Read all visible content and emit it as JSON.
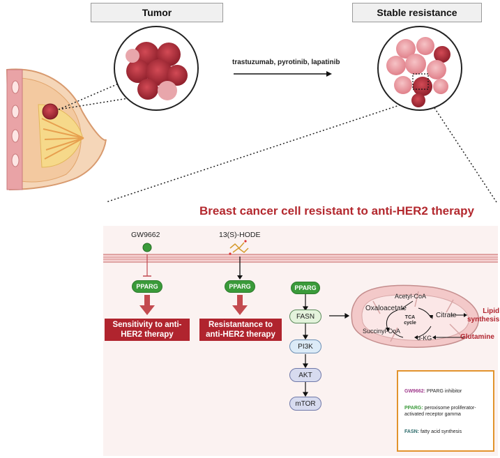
{
  "header": {
    "tumor_label": "Tumor",
    "resistance_label": "Stable resistance"
  },
  "drugs_label": "trastuzumab, pyrotinib, lapatinib",
  "panel_title": "Breast cancer cell resistant to anti-HER2 therapy",
  "left_path": {
    "ligand": "GW9662",
    "receptor": "PPARG",
    "outcome_line1": "Sensitivity to anti-",
    "outcome_line2": "HER2 therapy"
  },
  "middle_path": {
    "ligand": "13(S)-HODE",
    "receptor": "PPARG",
    "outcome_line1": "Resistantance to",
    "outcome_line2": "anti-HER2 therapy"
  },
  "signaling_chain": [
    "PPARG",
    "FASN",
    "PI3K",
    "AKT",
    "mTOR"
  ],
  "mitochondria": {
    "acetyl_coa": "Acetyl-CoA",
    "oxaloacetate": "Oxaloacetate",
    "citrate": "Citrate",
    "tca_line1": "TCA",
    "tca_line2": "cycle",
    "succinyl_coa": "Succinyl-CoA",
    "akg": "α-KG",
    "lipid_line1": "Lipid",
    "lipid_line2": "synthesis",
    "glutamine": "Glutamine"
  },
  "legend": {
    "gw_key": "GW9662:",
    "gw_desc": " PPARG inhibitor",
    "pparg_key": "PPARG:",
    "pparg_desc": " peroxisome proliferator-activated receptor gamma",
    "fasn_key": "FASN:",
    "fasn_desc": " fatty acid synthesis"
  },
  "colors": {
    "accent_red": "#b0242e",
    "title_red": "#b3282e",
    "pparg_green": "#3a9a3a",
    "fasn_fill": "#e4f3dc",
    "pi3k_fill": "#dcebf7",
    "akt_fill": "#d7dbef",
    "mtor_fill": "#d7dbef",
    "legend_border": "#e2932d",
    "gw_key_color": "#a03a8c",
    "pparg_key_color": "#3a9a3a",
    "fasn_key_color": "#2c6a6a"
  }
}
